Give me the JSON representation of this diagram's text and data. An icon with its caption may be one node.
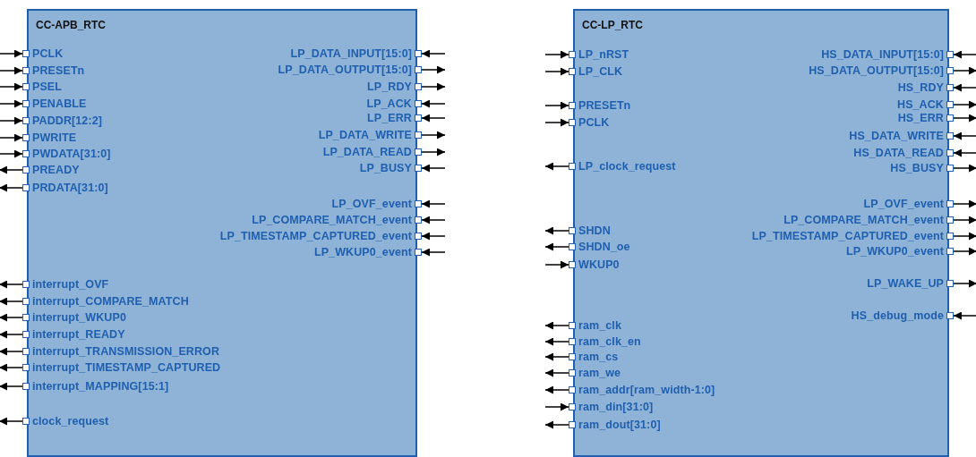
{
  "diagram": {
    "nodes": [
      {
        "text": [
          "CC-APB_RTC"
        ]
      },
      {
        "text": [
          "PCLK"
        ],
        "in": 0
      },
      {
        "text": [
          "PRESETn"
        ],
        "in": 0
      },
      {
        "text": [
          "PSEL"
        ],
        "in": 0
      },
      {
        "text": [
          "PENABLE"
        ],
        "in": 0
      },
      {
        "text": [
          "PADDR[12:2]"
        ],
        "in": 0
      },
      {
        "text": [
          "PWRITE"
        ],
        "in": 0
      },
      {
        "text": [
          "PWDATA[31:0]"
        ],
        "in": 0
      },
      {
        "text": [
          "PREADY"
        ],
        "in": 0
      },
      {
        "text": [
          "PRDATA[31:0]"
        ],
        "in": 0
      },
      {
        "text": [
          "interrupt_OVF"
        ],
        "in": 0
      },
      {
        "text": [
          "interrupt_COMPARE_MATCH"
        ],
        "in": 0
      },
      {
        "text": [
          "interrupt_WKUP0"
        ],
        "in": 0
      },
      {
        "text": [
          "interrupt_READY"
        ],
        "in": 0
      },
      {
        "text": [
          "interrupt_TRANSMISSION_ERROR"
        ],
        "in": 0
      },
      {
        "text": [
          "interrupt_TIMESTAMP_CAPTURED"
        ],
        "in": 0
      },
      {
        "text": [
          "interrupt_MAPPING[15:1]"
        ],
        "in": 0
      },
      {
        "text": [
          "clock_request"
        ],
        "in": 0
      },
      {
        "text": [
          "LP_DATA_INPUT[15:0]"
        ],
        "in": 0
      },
      {
        "text": [
          "LP_DATA_OUTPUT[15:0]"
        ],
        "in": 0
      },
      {
        "text": [
          "LP_RDY"
        ],
        "in": 0
      },
      {
        "text": [
          "LP_ACK"
        ],
        "in": 0
      },
      {
        "text": [
          "LP_ERR"
        ],
        "in": 0
      },
      {
        "text": [
          "LP_DATA_WRITE"
        ],
        "in": 0
      },
      {
        "text": [
          "LP_DATA_READ"
        ],
        "in": 0
      },
      {
        "text": [
          "LP_BUSY"
        ],
        "in": 0
      },
      {
        "text": [
          "LP_OVF_event"
        ],
        "in": 0
      },
      {
        "text": [
          "LP_COMPARE_MATCH_event"
        ],
        "in": 0
      },
      {
        "text": [
          "LP_TIMESTAMP_CAPTURED_event"
        ],
        "in": 0
      },
      {
        "text": [
          "LP_WKUP0_event"
        ],
        "in": 0
      },
      {
        "text": [
          "CC-LP_RTC"
        ]
      },
      {
        "text": [
          "LP_nRST"
        ],
        "in": 30
      },
      {
        "text": [
          "LP_CLK"
        ],
        "in": 30
      },
      {
        "text": [
          "PRESETn"
        ],
        "in": 30
      },
      {
        "text": [
          "PCLK"
        ],
        "in": 30
      },
      {
        "text": [
          "LP_clock_request"
        ],
        "in": 30
      },
      {
        "text": [
          "SHDN"
        ],
        "in": 30
      },
      {
        "text": [
          "SHDN_oe"
        ],
        "in": 30
      },
      {
        "text": [
          "WKUP0"
        ],
        "in": 30
      },
      {
        "text": [
          "ram_clk"
        ],
        "in": 30
      },
      {
        "text": [
          "ram_clk_en"
        ],
        "in": 30
      },
      {
        "text": [
          "ram_cs"
        ],
        "in": 30
      },
      {
        "text": [
          "ram_we"
        ],
        "in": 30
      },
      {
        "text": [
          "ram_addr[ram_width-1:0]"
        ],
        "in": 30
      },
      {
        "text": [
          "ram_din[31:0]"
        ],
        "in": 30
      },
      {
        "text": [
          "ram_dout[31:0]"
        ],
        "in": 30
      },
      {
        "text": [
          "HS_DATA_INPUT[15:0]"
        ],
        "in": 30
      },
      {
        "text": [
          "HS_DATA_OUTPUT[15:0]"
        ],
        "in": 30
      },
      {
        "text": [
          "HS_RDY"
        ],
        "in": 30
      },
      {
        "text": [
          "HS_ACK"
        ],
        "in": 30
      },
      {
        "text": [
          "HS_ERR"
        ],
        "in": 30
      },
      {
        "text": [
          "HS_DATA_WRITE"
        ],
        "in": 30
      },
      {
        "text": [
          "HS_DATA_READ"
        ],
        "in": 30
      },
      {
        "text": [
          "HS_BUSY"
        ],
        "in": 30
      },
      {
        "text": [
          "LP_OVF_event"
        ],
        "in": 30
      },
      {
        "text": [
          "LP_COMPARE_MATCH_event"
        ],
        "in": 30
      },
      {
        "text": [
          "LP_TIMESTAMP_CAPTURED_event"
        ],
        "in": 30
      },
      {
        "text": [
          "LP_WKUP0_event"
        ],
        "in": 30
      },
      {
        "text": [
          "LP_WAKE_UP"
        ],
        "in": 30
      },
      {
        "text": [
          "HS_debug_mode"
        ],
        "in": 30
      }
    ],
    "edges": [
      {
        "from": null,
        "to": 1,
        "arrow": "to"
      },
      {
        "from": null,
        "to": 2,
        "arrow": "to"
      },
      {
        "from": null,
        "to": 3,
        "arrow": "to"
      },
      {
        "from": null,
        "to": 4,
        "arrow": "to"
      },
      {
        "from": null,
        "to": 5,
        "arrow": "to"
      },
      {
        "from": null,
        "to": 6,
        "arrow": "to"
      },
      {
        "from": null,
        "to": 7,
        "arrow": "to"
      },
      {
        "from": 8,
        "to": null,
        "arrow": "to"
      },
      {
        "from": 9,
        "to": null,
        "arrow": "to"
      },
      {
        "from": 10,
        "to": null,
        "arrow": "to"
      },
      {
        "from": 11,
        "to": null,
        "arrow": "to"
      },
      {
        "from": 12,
        "to": null,
        "arrow": "to"
      },
      {
        "from": 13,
        "to": null,
        "arrow": "to"
      },
      {
        "from": 14,
        "to": null,
        "arrow": "to"
      },
      {
        "from": 15,
        "to": null,
        "arrow": "to"
      },
      {
        "from": 16,
        "to": null,
        "arrow": "to"
      },
      {
        "from": 17,
        "to": null,
        "arrow": "to"
      },
      {
        "from": null,
        "to": 18,
        "arrow": "to"
      },
      {
        "from": 19,
        "to": null,
        "arrow": "to"
      },
      {
        "from": 20,
        "to": null,
        "arrow": "to"
      },
      {
        "from": null,
        "to": 21,
        "arrow": "to"
      },
      {
        "from": null,
        "to": 22,
        "arrow": "to"
      },
      {
        "from": 23,
        "to": null,
        "arrow": "to"
      },
      {
        "from": 24,
        "to": null,
        "arrow": "to"
      },
      {
        "from": null,
        "to": 25,
        "arrow": "to"
      },
      {
        "from": null,
        "to": 26,
        "arrow": "to"
      },
      {
        "from": null,
        "to": 27,
        "arrow": "to"
      },
      {
        "from": null,
        "to": 28,
        "arrow": "to"
      },
      {
        "from": null,
        "to": 29,
        "arrow": "to"
      },
      {
        "from": null,
        "to": 31,
        "arrow": "to"
      },
      {
        "from": null,
        "to": 32,
        "arrow": "to"
      },
      {
        "from": null,
        "to": 33,
        "arrow": "to"
      },
      {
        "from": null,
        "to": 34,
        "arrow": "to"
      },
      {
        "from": 35,
        "to": null,
        "arrow": "to"
      },
      {
        "from": 36,
        "to": null,
        "arrow": "to"
      },
      {
        "from": 37,
        "to": null,
        "arrow": "to"
      },
      {
        "from": null,
        "to": 38,
        "arrow": "to"
      },
      {
        "from": 39,
        "to": null,
        "arrow": "to"
      },
      {
        "from": 40,
        "to": null,
        "arrow": "to"
      },
      {
        "from": 41,
        "to": null,
        "arrow": "to"
      },
      {
        "from": 42,
        "to": null,
        "arrow": "to"
      },
      {
        "from": 43,
        "to": null,
        "arrow": "to"
      },
      {
        "from": null,
        "to": 44,
        "arrow": "to"
      },
      {
        "from": 45,
        "to": null,
        "arrow": "to"
      },
      {
        "from": null,
        "to": 46,
        "arrow": "to"
      },
      {
        "from": 47,
        "to": null,
        "arrow": "to"
      },
      {
        "from": null,
        "to": 48,
        "arrow": "to"
      },
      {
        "from": 49,
        "to": null,
        "arrow": "to"
      },
      {
        "from": 50,
        "to": null,
        "arrow": "to"
      },
      {
        "from": null,
        "to": 51,
        "arrow": "to"
      },
      {
        "from": null,
        "to": 52,
        "arrow": "to"
      },
      {
        "from": 53,
        "to": null,
        "arrow": "to"
      },
      {
        "from": 54,
        "to": null,
        "arrow": "to"
      },
      {
        "from": 55,
        "to": null,
        "arrow": "to"
      },
      {
        "from": 56,
        "to": null,
        "arrow": "to"
      },
      {
        "from": 57,
        "to": null,
        "arrow": "to"
      },
      {
        "from": 58,
        "to": null,
        "arrow": "to"
      },
      {
        "from": null,
        "to": 59,
        "arrow": "to"
      }
    ]
  }
}
